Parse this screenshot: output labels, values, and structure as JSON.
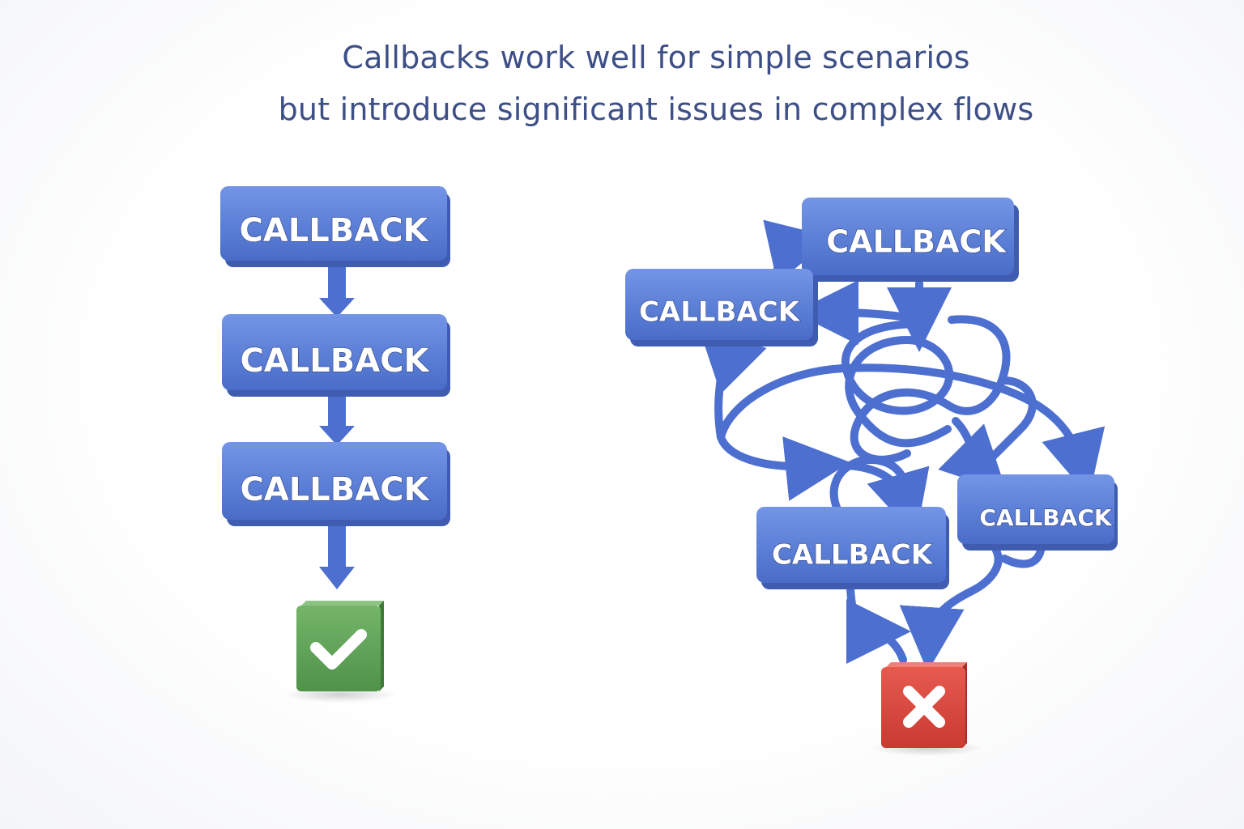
{
  "headline": {
    "line1": "Callbacks work well for simple scenarios",
    "line2": "but introduce significant issues in complex flows"
  },
  "left_flow": {
    "blocks": [
      {
        "label": "CALLBACK"
      },
      {
        "label": "CALLBACK"
      },
      {
        "label": "CALLBACK"
      }
    ],
    "result_icon": "checkmark-icon"
  },
  "right_flow": {
    "blocks": [
      {
        "label": "CALLBACK"
      },
      {
        "label": "CALLBACK"
      },
      {
        "label": "CALLBACK"
      },
      {
        "label": "CALLBACK"
      }
    ],
    "result_icon": "x-icon"
  },
  "colors": {
    "block_face": "#5b7fd6",
    "block_side": "#3f5cb0",
    "arrow": "#4c6fd0",
    "success": "#5ea35a",
    "failure": "#d9473d",
    "headline": "#3d4f86"
  }
}
